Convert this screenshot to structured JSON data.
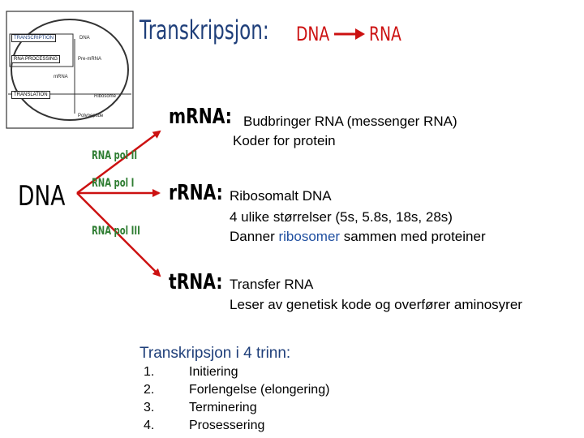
{
  "title": {
    "main": "Transkripsjon:",
    "from": "DNA",
    "to": "RNA"
  },
  "colors": {
    "title_blue": "#1f3f7a",
    "arrow_red": "#cc1111",
    "polymerase_green": "#2e7d32",
    "highlight_blue": "#1f4fa0"
  },
  "thumbnail": {
    "transcription": "TRANSCRIPTION",
    "dna": "DNA",
    "rna_processing": "RNA PROCESSING",
    "pre_mrna": "Pre-mRNA",
    "mrna": "mRNA",
    "translation": "TRANSLATION",
    "ribosome": "Ribosome",
    "polypeptide": "Polypeptide"
  },
  "source": "DNA",
  "polymerases": {
    "pol2": "RNA pol II",
    "pol1": "RNA pol I",
    "pol3": "RNA pol III"
  },
  "rna_types": {
    "mrna": {
      "name": "mRNA:",
      "line1": "Budbringer RNA (messenger RNA)",
      "line2": "Koder for protein"
    },
    "rrna": {
      "name": "rRNA:",
      "line1": "Ribosomalt DNA",
      "line2": "4 ulike størrelser (5s, 5.8s, 18s, 28s)",
      "line3_pre": "Danner ",
      "line3_hl": "ribosomer",
      "line3_post": " sammen med proteiner"
    },
    "trna": {
      "name": "tRNA:",
      "line1": "Transfer RNA",
      "line2": "Leser av genetisk kode og overfører aminosyrer"
    }
  },
  "steps": {
    "title": "Transkripsjon i 4 trinn:",
    "items": [
      {
        "num": "1.",
        "text": "Initiering"
      },
      {
        "num": "2.",
        "text": "Forlengelse (elongering)"
      },
      {
        "num": "3.",
        "text": "Terminering"
      },
      {
        "num": "4.",
        "text": "Prosessering"
      }
    ]
  }
}
